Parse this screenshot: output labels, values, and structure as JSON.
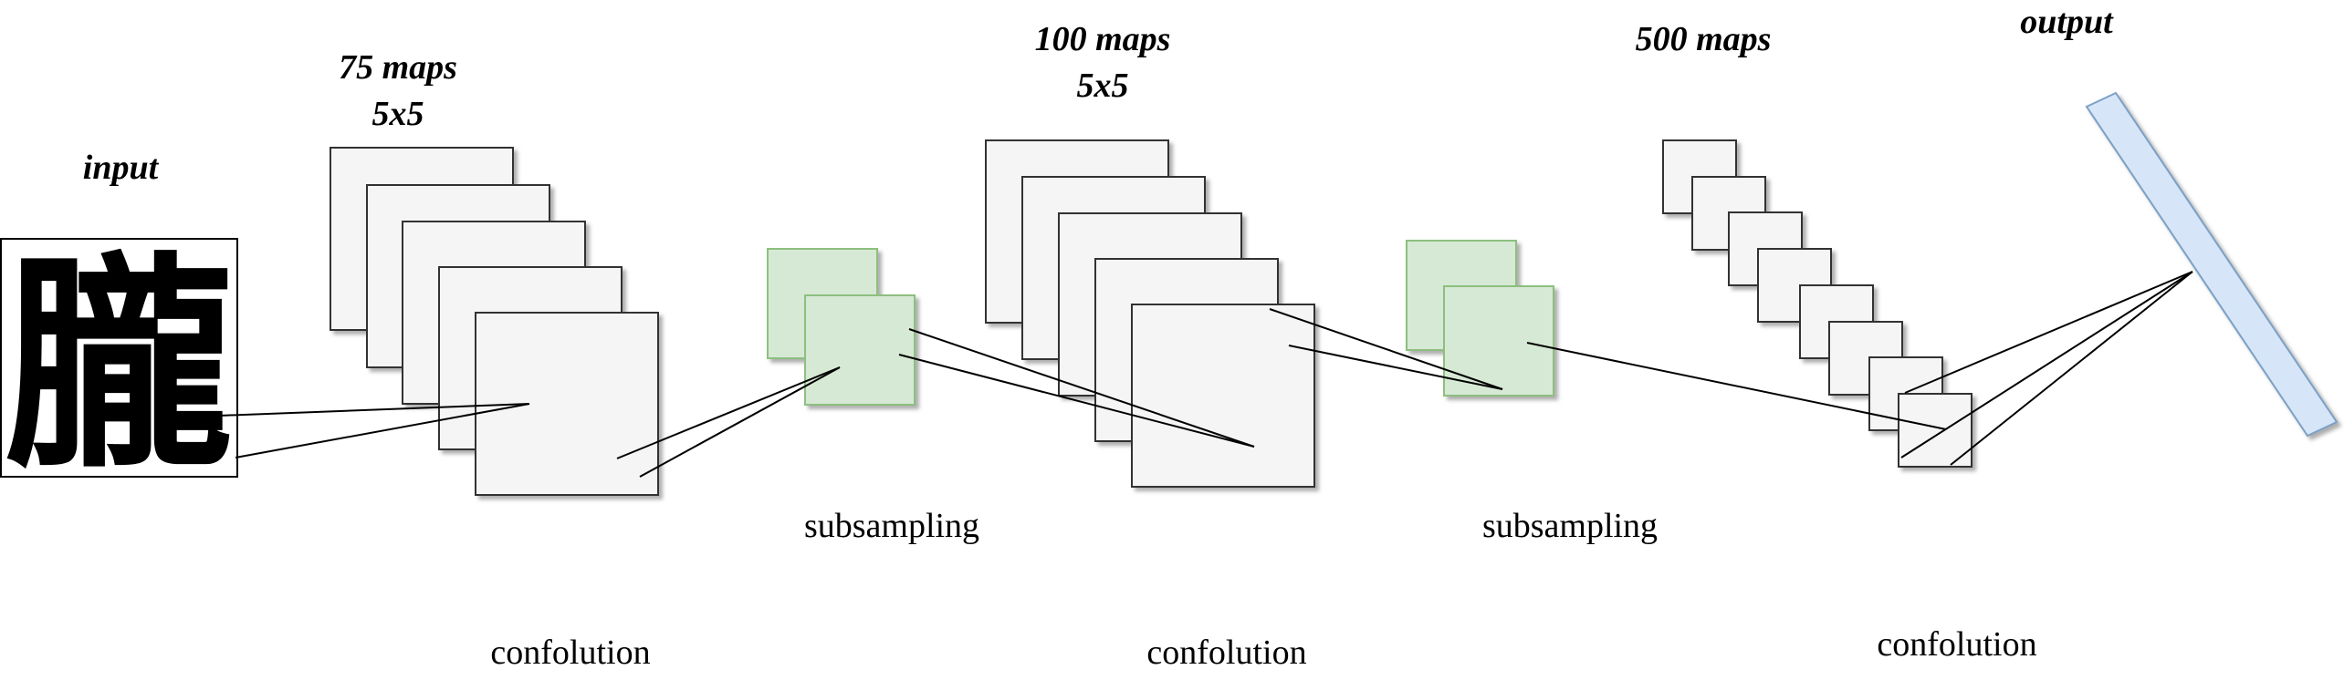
{
  "labels": {
    "input": "input",
    "glyph": "朧",
    "conv1_maps": "75 maps",
    "conv1_kernel": "5x5",
    "conv2_maps": "100 maps",
    "conv2_kernel": "5x5",
    "conv3_maps": "500 maps",
    "output": "output",
    "subsampling_1": "subsampling",
    "subsampling_2": "subsampling",
    "confolution_1": "confolution",
    "confolution_2": "confolution",
    "confolution_3": "confolution"
  },
  "colors": {
    "feature_map_fill": "#f5f5f5",
    "pool_fill": "#d6e9d4",
    "pool_stroke": "#8dbf7f",
    "output_fill": "#d6e6f8",
    "output_stroke": "#7ba1c6"
  }
}
